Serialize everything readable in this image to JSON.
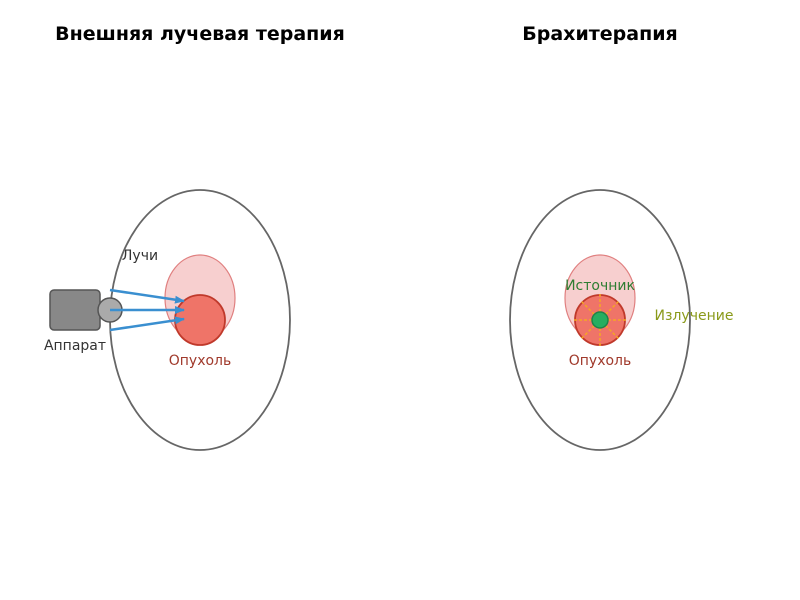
{
  "panels": {
    "external": {
      "title": "Внешняя лучевая терапия",
      "beams_label": "Лучи",
      "device_label": "Аппарат",
      "tumor_label": "Опухоль"
    },
    "brachy": {
      "title": "Брахитерапия",
      "source_label": "Источник",
      "radiation_label": "Излучение",
      "tumor_label": "Опухоль"
    }
  },
  "colors": {
    "body_outline": "#666666",
    "organ_fill": "#f7cfcf",
    "organ_stroke": "#e08080",
    "tumor_fill": "#ef7468",
    "tumor_stroke": "#c0392b",
    "device_fill": "#888888",
    "device_head_fill": "#aaaaaa",
    "device_stroke": "#555555",
    "beam": "#3a8fd0",
    "source_fill": "#27ae60",
    "source_stroke": "#1e8449",
    "radiation": "#f5a623",
    "device_label": "#333333",
    "tumor_label": "#a0392b",
    "source_label": "#2e7d32",
    "radiation_label": "#8a9a1a"
  }
}
